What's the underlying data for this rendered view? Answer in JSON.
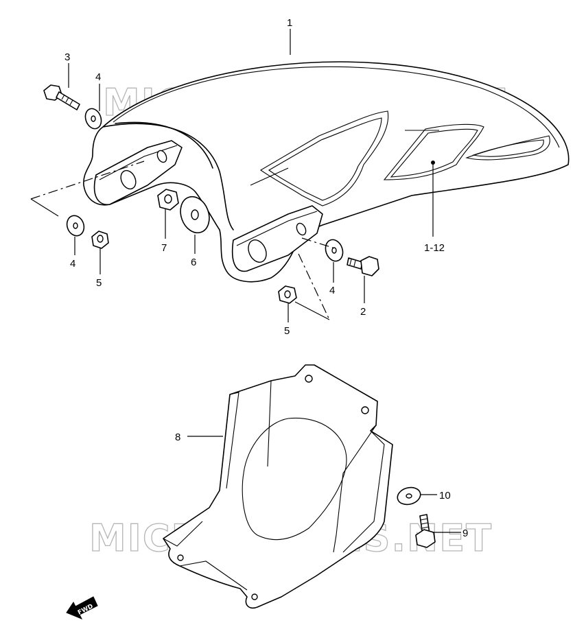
{
  "watermarks": [
    "MICROFICHES.NET",
    "MICROFICHES.NET"
  ],
  "fwd_label": "FWD",
  "callouts": {
    "c1": "1",
    "c1_12": "1-12",
    "c2": "2",
    "c3": "3",
    "c4a": "4",
    "c4b": "4",
    "c4c": "4",
    "c5a": "5",
    "c5b": "5",
    "c6": "6",
    "c7": "7",
    "c8": "8",
    "c9": "9",
    "c10": "10"
  },
  "icons": [
    "fwd-arrow-icon"
  ]
}
